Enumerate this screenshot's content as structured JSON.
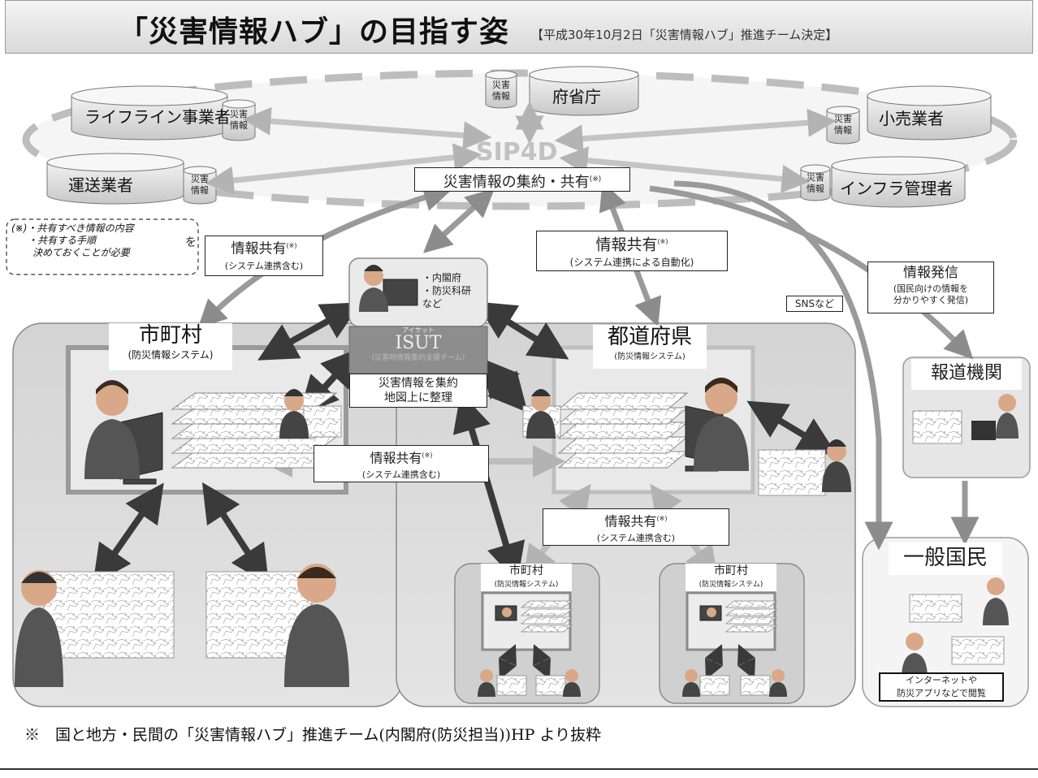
{
  "title": "「災害情報ハブ」の目指す姿",
  "subtitle": "【平成30年10月2日「災害情報ハブ」推進チーム決定】",
  "sip4d": "SIP4D",
  "saigai_tag": [
    "災害",
    "情報"
  ],
  "cylinders": {
    "fushocho": "府省庁",
    "lifeline": "ライフライン事業者",
    "unso": "運送業者",
    "kouri": "小売業者",
    "infra": "インフラ管理者"
  },
  "aggregate_label": "災害情報の集約・共有",
  "asterisk_mark": "(※)",
  "note_left": {
    "mark": "(※)",
    "lines": [
      "・共有すべき情報の内容",
      "・共有する手順",
      "決めておくことが必要"
    ],
    "wo": "を"
  },
  "share_left": {
    "main": "情報共有",
    "sub": "(システム連携含む)"
  },
  "share_center_top": {
    "main": "情報共有",
    "sub": "(システム連携による自動化)"
  },
  "share_middle": {
    "main": "情報共有",
    "sub": "(システム連携含む)"
  },
  "share_bottom": {
    "main": "情報共有",
    "sub": "(システム連携含む)"
  },
  "sns": "SNSなど",
  "hasshin": {
    "main": "情報発信",
    "sub1": "(国民向けの情報を",
    "sub2": "分かりやすく発信)"
  },
  "isut": {
    "members": [
      "・内閣府",
      "・防災科研",
      "など"
    ],
    "ruby": "アイサット",
    "name": "ISUT",
    "team": "(災害時情報集約支援チーム)",
    "desc1": "災害情報を集約",
    "desc2": "地図上に整理"
  },
  "municipality": {
    "main": "市町村",
    "sub": "(防災情報システム)"
  },
  "prefecture": {
    "main": "都道府県",
    "sub": "(防災情報システム)"
  },
  "sub_muni": {
    "main": "市町村",
    "sub": "(防災情報システム)"
  },
  "media": "報道機関",
  "public": "一般国民",
  "public_note": [
    "インターネットや",
    "防災アプリなどで閲覧"
  ],
  "footnote": "※　国と地方・民間の「災害情報ハブ」推進チーム(内閣府(防災担当))HP より抜粋",
  "colors": {
    "arrow_dark": "#333333",
    "arrow_light": "#b5b5b5",
    "panel": "#dcdcdc",
    "ring": "#c8c8c8"
  }
}
